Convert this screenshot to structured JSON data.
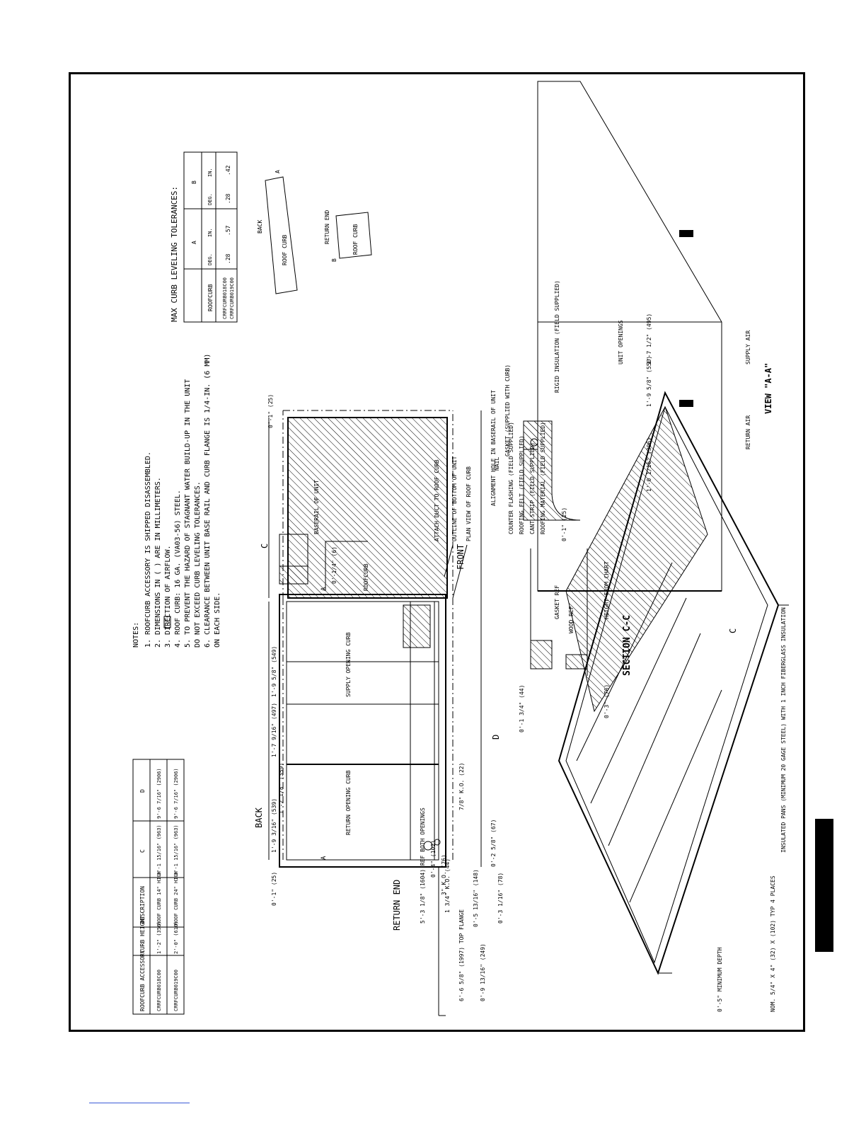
{
  "notes": {
    "heading": "NOTES:",
    "items": [
      "1. ROOFCURB ACCESSORY IS SHIPPED DISASSEMBLED.",
      "2. DIMENSIONS IN ( ) ARE IN MILLIMETERS.",
      "3.        DIRECTION OF AIRFLOW.",
      "4. ROOF CURB: 16 GA. (VA03-56) STEEL.",
      "5. TO PREVENT THE HAZARD OF STAGNANT WATER BUILD-UP IN THE UNIT",
      "   DO NOT EXCEED CURB LEVELING TOLERANCES.",
      "6. CLEARANCE BETWEEN UNIT BASE RAIL AND CURB FLANGE IS 1/4-IN. (6 MM)",
      "   ON EACH SIDE."
    ]
  },
  "accessory_table": {
    "headers": [
      "ROOFCURB ACCESSORY",
      "CURB HEIGHT",
      "DESCRIPTION",
      "C",
      "D"
    ],
    "rows": [
      [
        "CRRFCURB018C00",
        "1'-2\" (356)",
        "ROOF CURB 14\" HIGH",
        "3'-1 15/16\" (963)",
        "9'-6 7/16\" (2906)"
      ],
      [
        "CRRFCURB019C00",
        "2'-0\" (610)",
        "ROOF CURB 24\" HIGH",
        "3'-1 15/16\" (963)",
        "9'-6 7/16\" (2906)"
      ]
    ]
  },
  "leveling_table": {
    "title": "MAX CURB LEVELING TOLERANCES:",
    "col_roofcurb": "ROOFCURB",
    "col_a": "A",
    "col_b": "B",
    "sub": [
      "DEG.",
      "IN.",
      "DEG.",
      "IN."
    ],
    "models": [
      "CRRFCURB018C00",
      "CRRFCURB019C00"
    ],
    "values": [
      ".28",
      ".57",
      ".28",
      ".42"
    ]
  },
  "tilt_labels": {
    "back": "BACK",
    "roof_curb": "ROOF CURB",
    "return_end": "RETURN END",
    "a": "A",
    "b": "B"
  },
  "plan": {
    "back": "BACK",
    "front": "FRONT",
    "return_end": "RETURN END",
    "supply": "SUPPLY OPENING CURB",
    "return": "RETURN OPENING CURB",
    "c": "C",
    "d": "D",
    "a": "A",
    "dims": {
      "d1": "1'-9 5/8\" (549)",
      "d2": "1'-7 9/16\" (497)",
      "d3": "1'-2 1/8\" (359)",
      "d4": "1'-9 3/16\" (539)",
      "d5": "0'-1\" (25)",
      "d6": "0'-1\" (25)",
      "d7": "6'-6 5/8\" (1997) TOP FLANGE",
      "d8": "5'-3 1/8\" (1604) REF BOTH OPENINGS",
      "d9": "0'-9 13/16\" (249)",
      "d10": "0'-5 13/16\" (148)",
      "d11": "0'-3 1/16\" (78)",
      "d12": "0'-2 5/8\" (67)",
      "d13": "7/8\" K.O. (22)",
      "d14": "1 3/4\" K.O. (44)",
      "d15": "3\" K.O. (76)",
      "d16": "0'-4\" (102)"
    },
    "attach_duct": "ATTACH DUCT TO ROOF CURB",
    "outline_bottom": "OUTLINE OF BOTTOM OF UNIT",
    "plan_view": "PLAN VIEW OF ROOF CURB"
  },
  "baserail": {
    "baserail": "BASERAIL OF UNIT",
    "roofcurb": "ROOFCURB",
    "dim": "0'-1/4\" (6)"
  },
  "gasket_detail": {
    "gasket": "GASKET (SUPPLIED WITH CURB)",
    "alignment": "ALIGNMENT HOLE IN BASERAIL OF UNIT",
    "nail": "NAIL",
    "counter_flashing": "COUNTER FLASHING (FIELD SUPPLIED)",
    "roofing_felt": "ROOFING FELT (FIELD SUPPLIED)",
    "cant_strip": "CANT STRIP (FIELD SUPPLIED)",
    "roofing_material": "ROOFING MATERIAL (FIELD SUPPLIED)",
    "rigid_insulation": "RIGID INSULATION (FIELD SUPPLIED)"
  },
  "section_cc": {
    "title": "SECTION C-C",
    "gasket_ref": "GASKET REF",
    "wood_ref": "WOOD REF",
    "height": "HEIGHT FROM CHART",
    "dim_top": "0'-1\" (25)",
    "dim_left": "0'-1 3/4\" (44)",
    "dim_bottom": "0'-3\" (76)"
  },
  "view_aa": {
    "title": "VIEW \"A-A\"",
    "unit_openings": "UNIT OPENINGS",
    "dim1": "1'-7 1/2\" (495)",
    "dim2": "1'-9 5/8\" (550)",
    "dim3": "1'-0 1/16\" (306)",
    "supply_air": "SUPPLY AIR",
    "return_air": "RETURN AIR"
  },
  "iso": {
    "pans": "INSULATED PANS (MINIMUM 20 GAGE STEEL) WITH 1 INCH FIBERGLASS INSULATION",
    "min_depth": "0'-5\" MINIMUM DEPTH",
    "nom": "NOM. 5/4\" X 4\" (32) X (102) TYP 4 PLACES",
    "c": "C"
  },
  "colors": {
    "ink": "#000000",
    "paper": "#ffffff",
    "link": "#3b5bd6"
  }
}
